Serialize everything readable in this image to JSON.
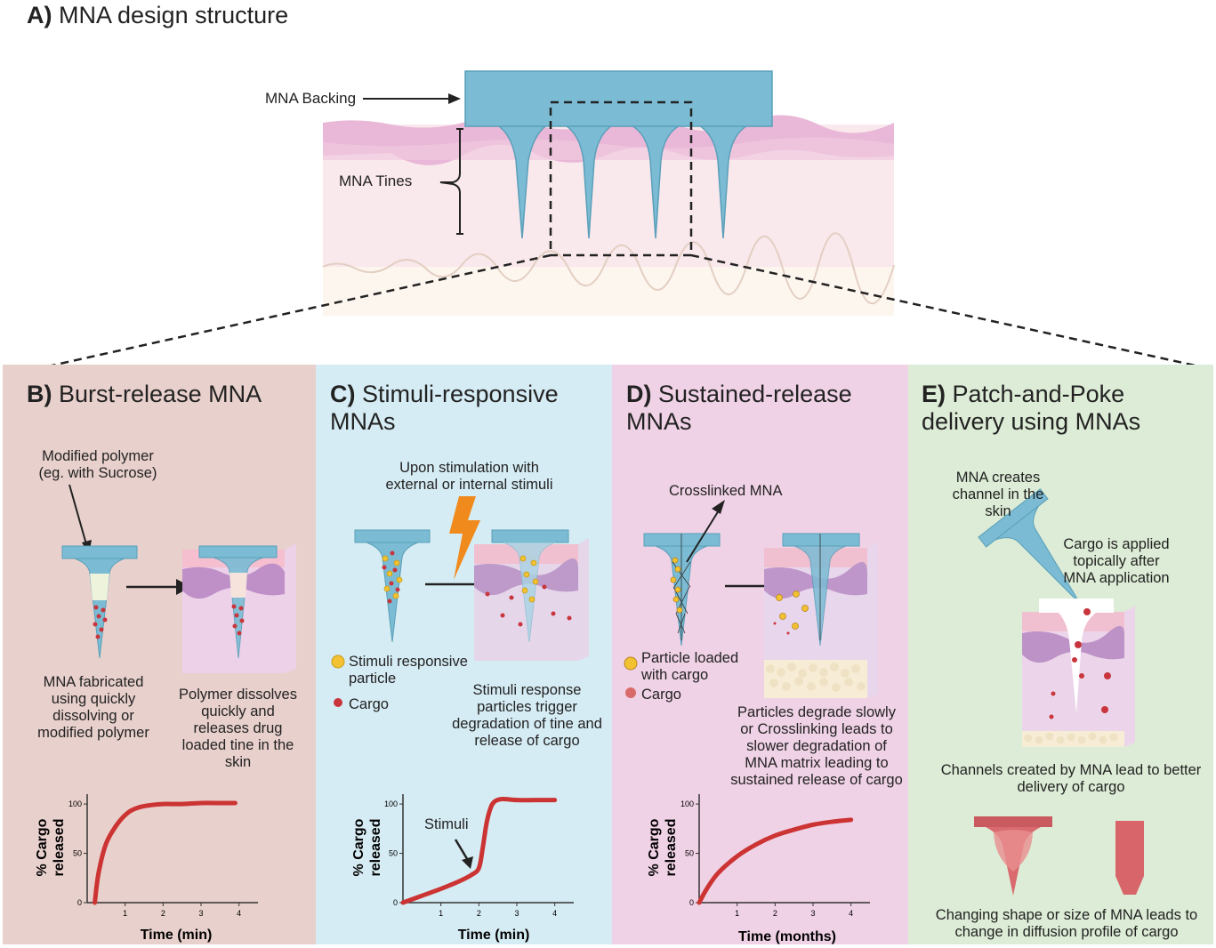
{
  "panel_a": {
    "letter": "A)",
    "title": "MNA design structure",
    "backing_label": "MNA Backing",
    "tines_label": "MNA Tines"
  },
  "panel_b": {
    "letter": "B)",
    "title": "Burst-release MNA",
    "polymer_label": "Modified polymer\n(eg. with Sucrose)",
    "fabricated_label": "MNA fabricated\nusing quickly\ndissolving or\nmodified polymer",
    "dissolves_label": "Polymer dissolves\nquickly and\nreleases drug\nloaded tine in the\nskin"
  },
  "panel_c": {
    "letter": "C)",
    "title": "Stimuli-responsive\nMNAs",
    "stimulation_label": "Upon stimulation with\nexternal or internal stimuli",
    "legend_particle": "Stimuli responsive\nparticle",
    "legend_cargo": "Cargo",
    "response_label": "Stimuli response\nparticles trigger\ndegradation of tine and\nrelease of cargo",
    "stimuli_annotation": "Stimuli"
  },
  "panel_d": {
    "letter": "D)",
    "title": "Sustained-release\nMNAs",
    "crosslinked_label": "Crosslinked MNA",
    "legend_particle": "Particle loaded\nwith cargo",
    "legend_cargo": "Cargo",
    "degrade_label": "Particles degrade slowly\nor Crosslinking leads to\nslower degradation of\nMNA matrix leading to\nsustained release of cargo"
  },
  "panel_e": {
    "letter": "E)",
    "title": "Patch-and-Poke\ndelivery using MNAs",
    "channel_label": "MNA creates\nchannel in the\nskin",
    "cargo_label": "Cargo is applied\ntopically after\nMNA application",
    "channels_label": "Channels created by MNA lead to better\ndelivery of cargo",
    "shape_label": "Changing shape or size of MNA leads to\nchange in diffusion profile of cargo"
  },
  "chart_data": [
    {
      "type": "line",
      "panel": "B",
      "xlabel": "Time (min)",
      "ylabel": "% Cargo\nreleased",
      "x_ticks": [
        "1",
        "2",
        "3",
        "4"
      ],
      "y_ticks": [
        "0",
        "50",
        "100"
      ],
      "xlim": [
        0,
        4.5
      ],
      "ylim": [
        0,
        110
      ],
      "x": [
        0.2,
        0.3,
        0.5,
        0.8,
        1.1,
        1.4,
        1.7,
        2.0,
        2.5,
        3.0,
        3.5,
        3.9
      ],
      "y": [
        0,
        30,
        60,
        80,
        92,
        97,
        99,
        100,
        100,
        101,
        101,
        101
      ],
      "color": "#cc3333"
    },
    {
      "type": "line",
      "panel": "C",
      "xlabel": "Time (min)",
      "ylabel": "% Cargo\nreleased",
      "x_ticks": [
        "1",
        "2",
        "3",
        "4"
      ],
      "y_ticks": [
        "0",
        "50",
        "100"
      ],
      "xlim": [
        0,
        4.5
      ],
      "ylim": [
        0,
        110
      ],
      "x": [
        0.0,
        0.5,
        1.0,
        1.5,
        1.8,
        2.0,
        2.1,
        2.2,
        2.3,
        2.4,
        2.6,
        3.0,
        3.5,
        4.0
      ],
      "y": [
        0,
        7,
        14,
        22,
        28,
        35,
        55,
        80,
        95,
        102,
        105,
        104,
        104,
        104
      ],
      "color": "#cc3333"
    },
    {
      "type": "line",
      "panel": "D",
      "xlabel": "Time (months)",
      "ylabel": "% Cargo\nreleased",
      "x_ticks": [
        "1",
        "2",
        "3",
        "4"
      ],
      "y_ticks": [
        "0",
        "50",
        "100"
      ],
      "xlim": [
        0,
        4.5
      ],
      "ylim": [
        0,
        110
      ],
      "x": [
        0.0,
        0.2,
        0.5,
        1.0,
        1.5,
        2.0,
        2.5,
        3.0,
        3.5,
        4.0
      ],
      "y": [
        0,
        14,
        30,
        47,
        59,
        68,
        74,
        79,
        82,
        84
      ],
      "color": "#cc3333"
    }
  ],
  "colors": {
    "mna_blue": "#7bbcd4",
    "mna_blue_dark": "#5a9fb9",
    "cargo_red": "#c8353c",
    "particle_yellow": "#f2c232",
    "bolt_orange": "#f08a1c",
    "skin_top": "#e2a9cf",
    "skin_mid": "#f2dfe8",
    "skin_bottom": "#fdf5ee"
  }
}
